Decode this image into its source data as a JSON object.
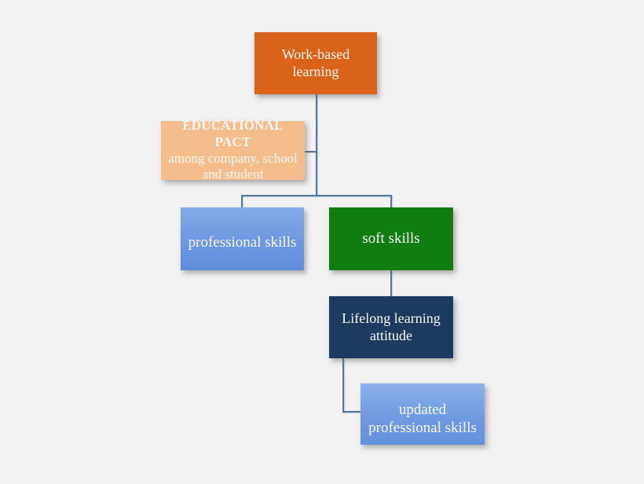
{
  "diagram": {
    "background_color": "#F2F2F3",
    "connector_color": "#54789B",
    "text_color": "#FBF8F3",
    "nodes": {
      "work_based_learning": {
        "label": "Work-based learning",
        "color": "#D9631A"
      },
      "educational_pact": {
        "title": "EDUCATIONAL PACT",
        "subtitle": "among company, school and student",
        "color": "#F5BD8C"
      },
      "professional_skills": {
        "label": "professional skills",
        "color_top": "#85ABE8",
        "color_bottom": "#5E8CDA"
      },
      "soft_skills": {
        "label": "soft skills",
        "color": "#107D10"
      },
      "lifelong_learning_attitude": {
        "label": "Lifelong learning attitude",
        "color": "#1F3A5F"
      },
      "updated_professional_skills": {
        "label": "updated professional skills",
        "color_top": "#8DB1EB",
        "color_bottom": "#6390DC"
      }
    }
  }
}
